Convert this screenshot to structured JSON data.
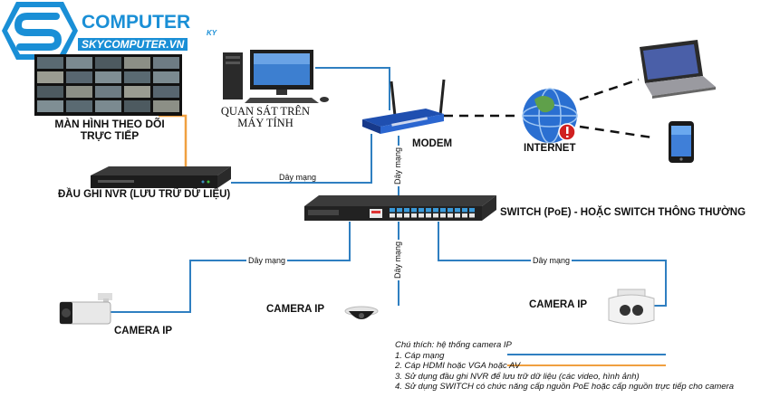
{
  "brand": {
    "name": "COMPUTER",
    "suffix": "KY",
    "site": "SKYCOMPUTER.VN",
    "color_primary": "#1a8fd6",
    "color_dark": "#0d3f7a"
  },
  "nodes": {
    "monitor_wall": "MÀN HÌNH THEO DÕI TRỰC TIẾP",
    "nvr": "ĐẦU GHI NVR (LƯU TRỮ DỮ LIỆU)",
    "pc": "QUAN SÁT TRÊN MÁY TÍNH",
    "modem": "MODEM",
    "internet": "INTERNET",
    "switch": "SWITCH (PoE)  - HOẶC SWITCH THÔNG THƯỜNG",
    "camera_left": "CAMERA IP",
    "camera_mid": "CAMERA IP",
    "camera_right": "CAMERA IP"
  },
  "cable_labels": {
    "nvr_modem": "Dây mạng",
    "modem_switch": "Dây mạng",
    "switch_cam_left": "Dây mạng",
    "switch_cam_mid": "Dây mạng",
    "switch_cam_right": "Dây mạng"
  },
  "legend": {
    "title": "Chú thích: hệ thống camera IP",
    "items": [
      "1. Cáp mạng",
      "2. Cáp HDMI hoặc VGA hoặc AV",
      "3. Sử dụng đầu ghi NVR để lưu trữ dữ liệu (các video, hình ảnh)",
      "4. Sử dụng SWITCH có chức năng cấp nguồn PoE hoặc cấp nguồn trực tiếp cho camera"
    ]
  },
  "colors": {
    "network_cable": "#2f7fc1",
    "hdmi_cable": "#f0a040",
    "wireless_link": "#111111"
  }
}
